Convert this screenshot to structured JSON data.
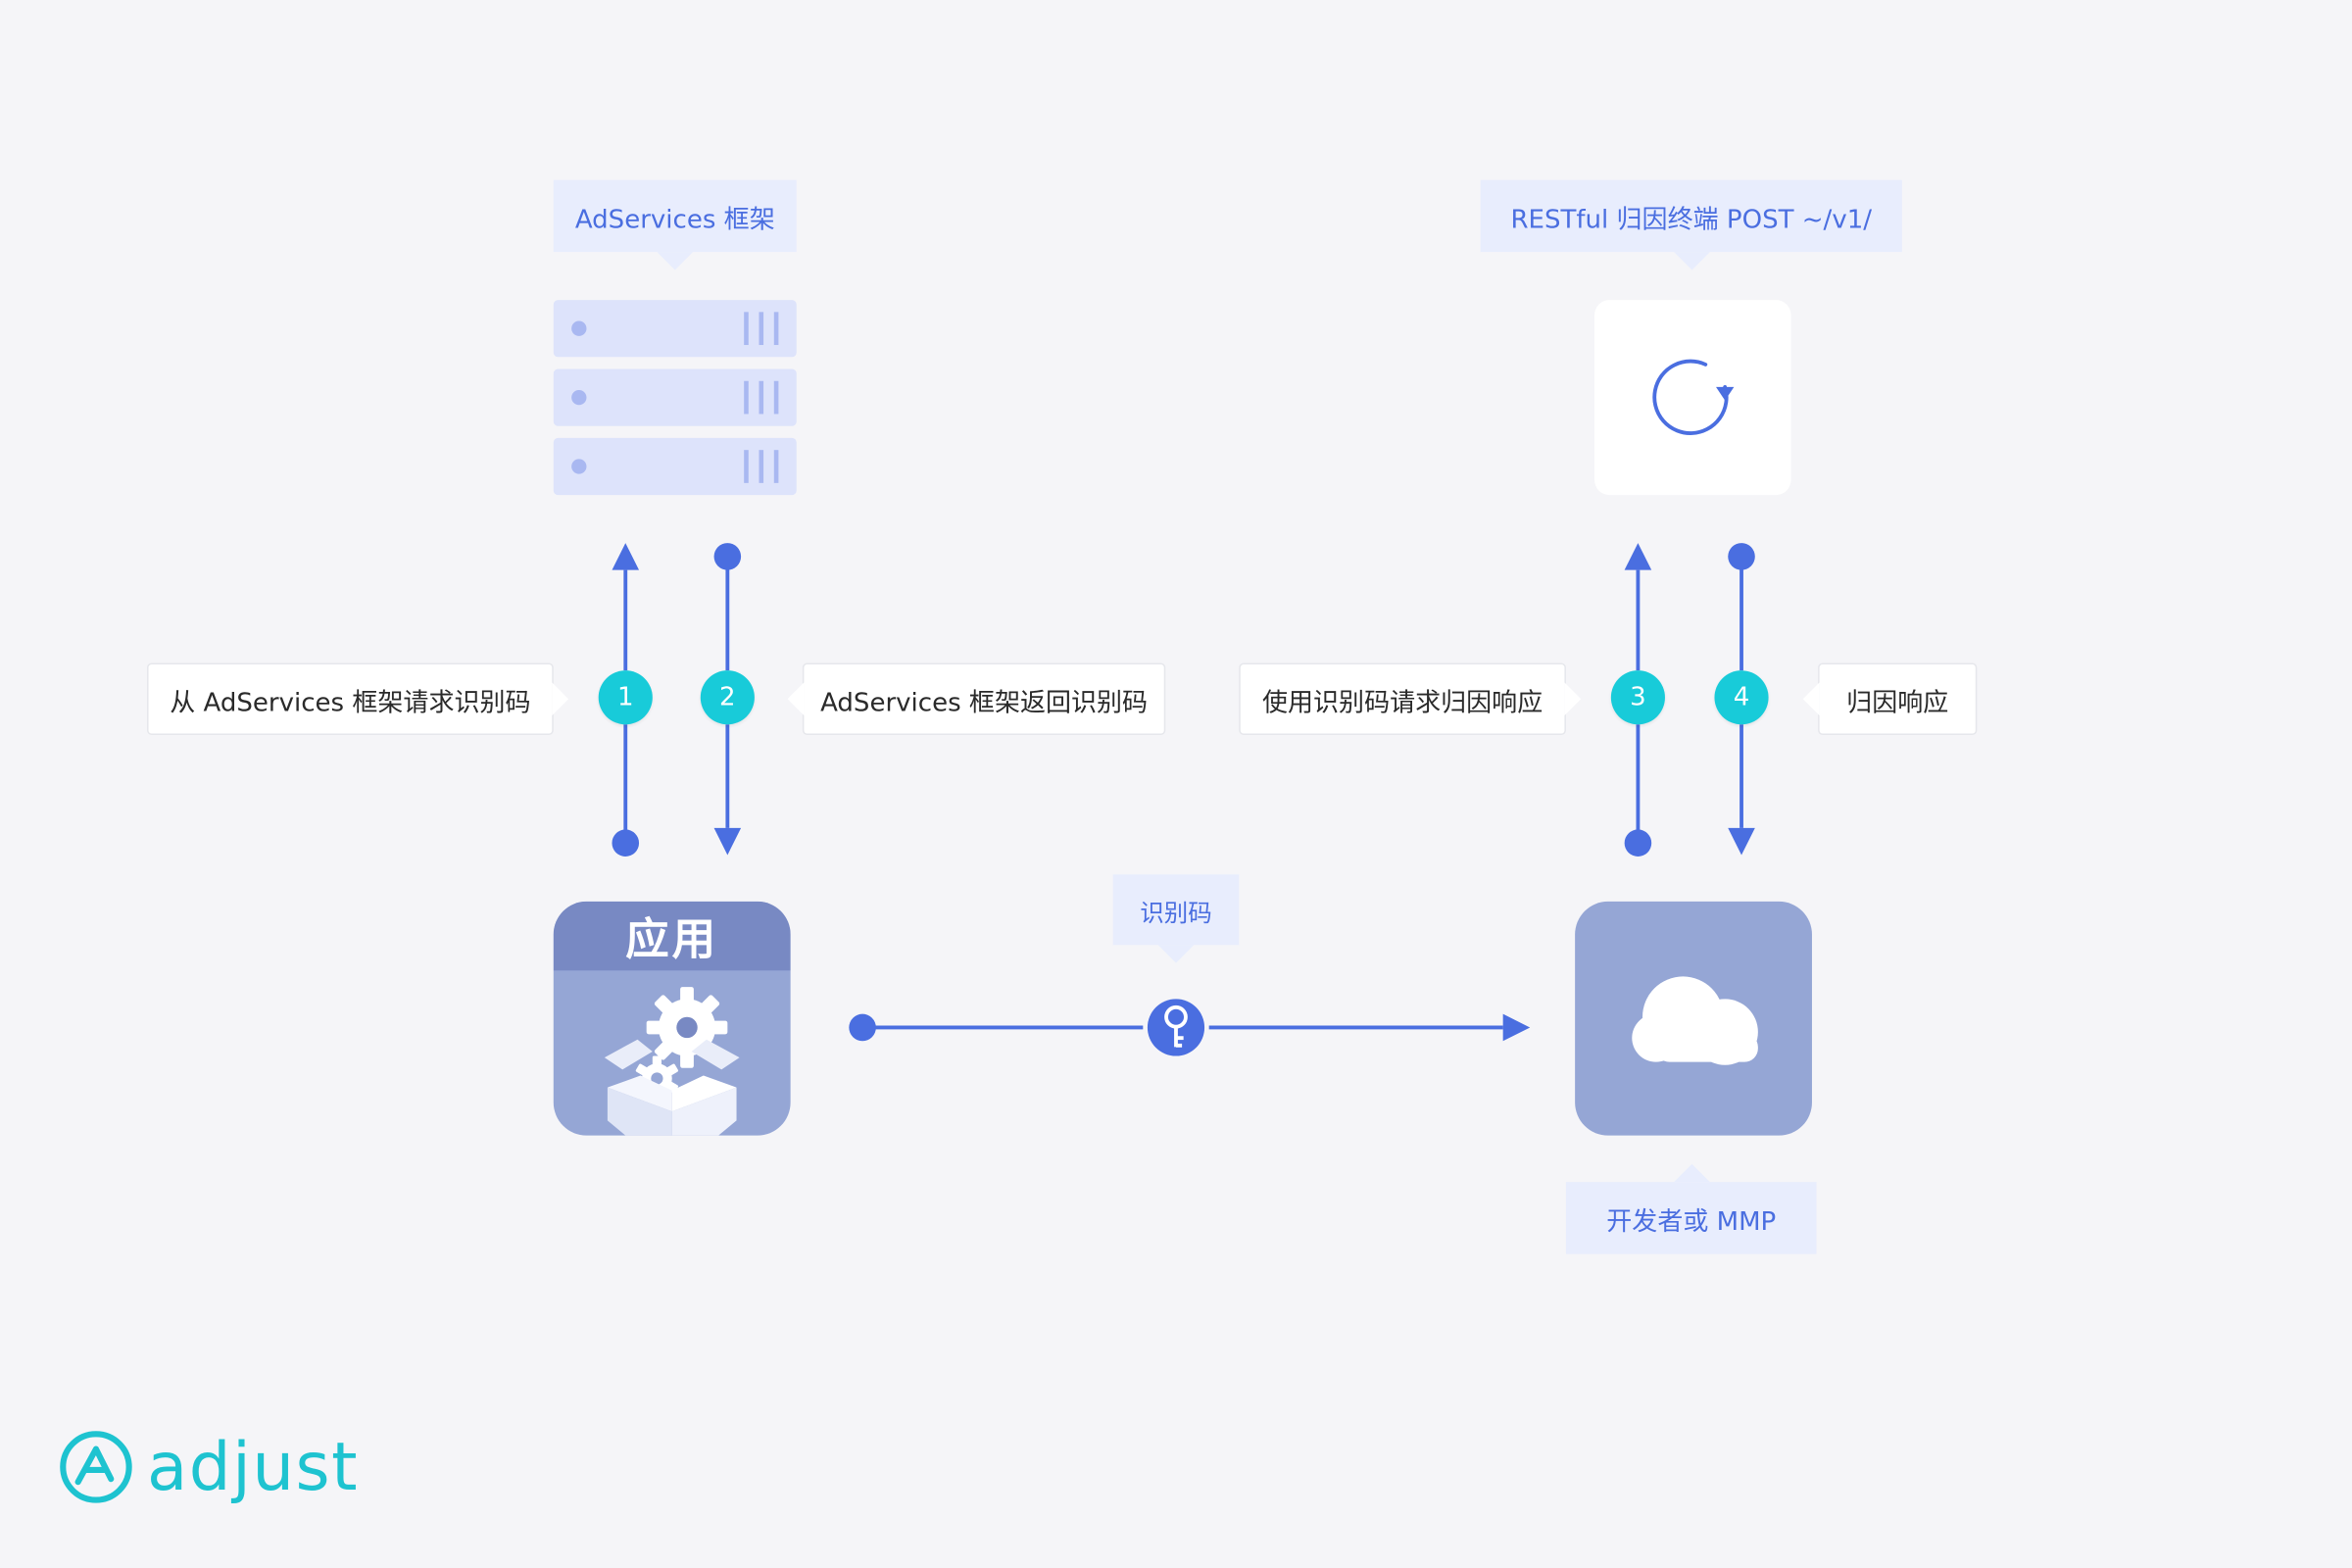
{
  "nodes": {
    "adservices": {
      "callout": "AdServices 框架",
      "icon": "server-rack-icon"
    },
    "restful": {
      "callout": "RESTful 归因终端 POST ~/v1/",
      "icon": "refresh-icon"
    },
    "app": {
      "title": "应用",
      "icon": "gear-box-icon"
    },
    "mmp": {
      "callout": "开发者或 MMP",
      "icon": "cloud-icon"
    }
  },
  "token": {
    "callout": "识别码",
    "icon": "key-icon"
  },
  "steps": [
    {
      "number": "1",
      "label": "从 AdServices 框架请求识别码"
    },
    {
      "number": "2",
      "label": "AdServices 框架返回识别码"
    },
    {
      "number": "3",
      "label": "使用识别码请求归因响应"
    },
    {
      "number": "4",
      "label": "归因响应"
    }
  ],
  "brand": {
    "name": "adjust",
    "color": "#1ec3d0"
  },
  "colors": {
    "line": "#4a6ee0",
    "step": "#18cbd9",
    "callout_bg": "#e8edfd",
    "node": "#95a6d5"
  }
}
